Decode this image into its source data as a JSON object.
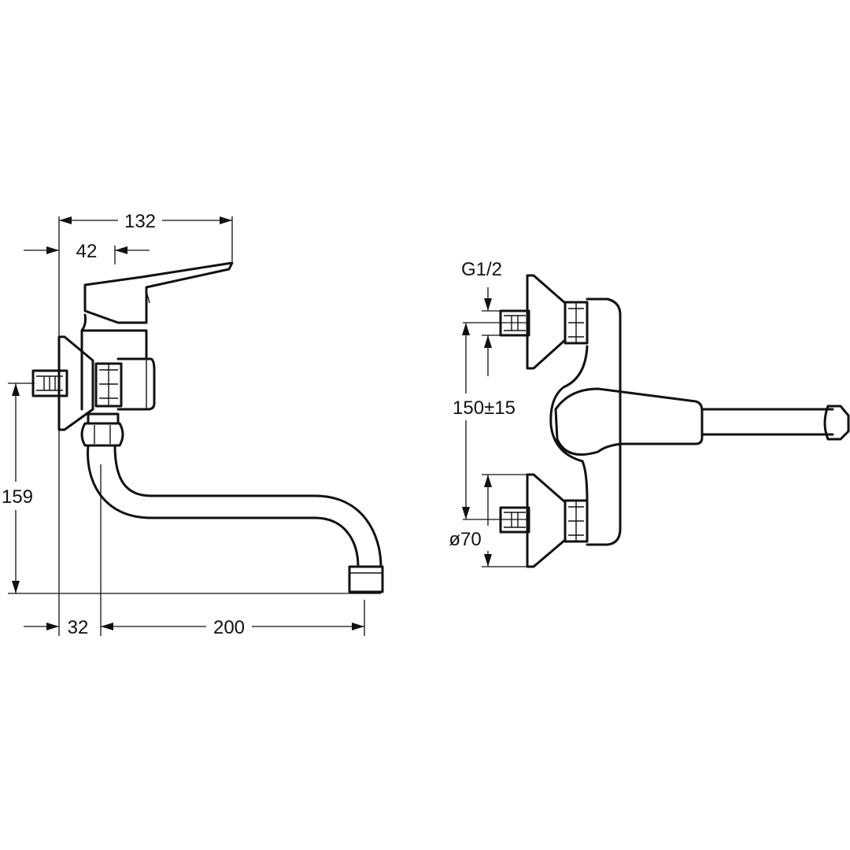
{
  "dimensions": {
    "width_overall": "132",
    "lever_offset": "42",
    "height": "159",
    "wall_offset": "32",
    "spout_reach": "200",
    "thread": "G1/2",
    "centers": "150±15",
    "rosette_diameter": "ø70"
  }
}
